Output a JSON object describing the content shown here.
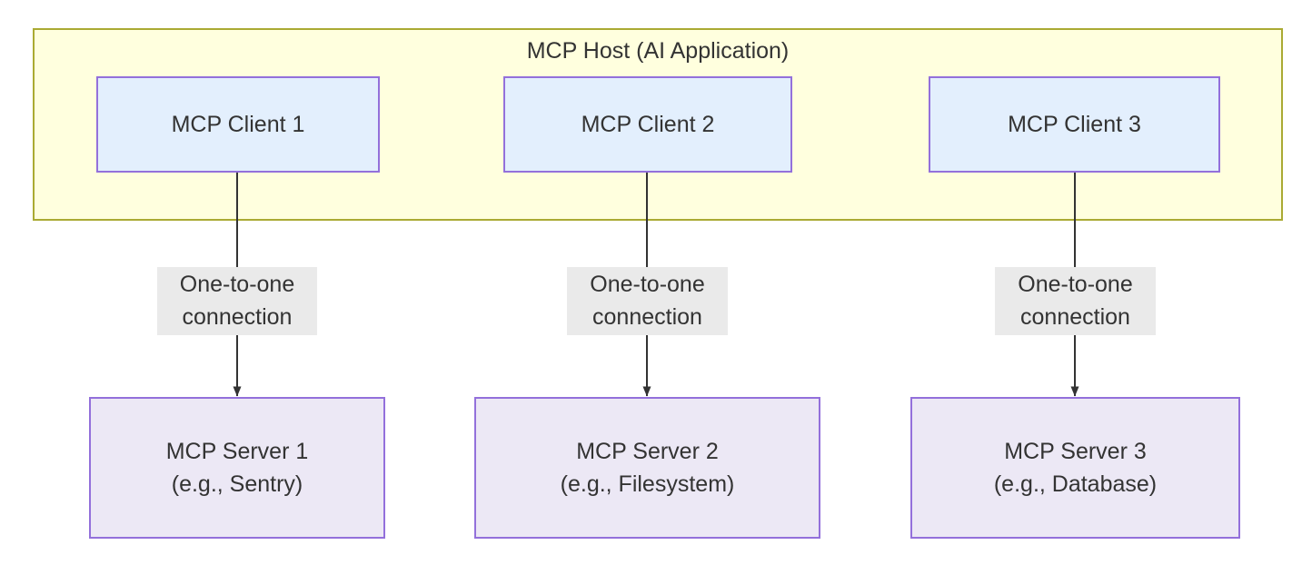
{
  "diagram": {
    "title": "MCP Host (AI Application)",
    "host": {
      "label": "MCP Host (AI Application)",
      "fill": "#ffffde",
      "border": "#aaaa33"
    },
    "clients": [
      {
        "id": "client-1",
        "label": "MCP Client 1"
      },
      {
        "id": "client-2",
        "label": "MCP Client 2"
      },
      {
        "id": "client-3",
        "label": "MCP Client 3"
      }
    ],
    "servers": [
      {
        "id": "server-1",
        "line1": "MCP Server 1",
        "line2": "(e.g., Sentry)"
      },
      {
        "id": "server-2",
        "line1": "MCP Server 2",
        "line2": "(e.g., Filesystem)"
      },
      {
        "id": "server-3",
        "line1": "MCP Server 3",
        "line2": "(e.g., Database)"
      }
    ],
    "edges": [
      {
        "id": "edge-1",
        "line1": "One-to-one",
        "line2": "connection",
        "from": "client-1",
        "to": "server-1"
      },
      {
        "id": "edge-2",
        "line1": "One-to-one",
        "line2": "connection",
        "from": "client-2",
        "to": "server-2"
      },
      {
        "id": "edge-3",
        "line1": "One-to-one",
        "line2": "connection",
        "from": "client-3",
        "to": "server-3"
      }
    ],
    "colors": {
      "client_fill": "#e3effd",
      "client_border": "#9370db",
      "server_fill": "#ece8f5",
      "server_border": "#9370db",
      "host_fill": "#ffffde",
      "host_border": "#aaaa33",
      "edge_stroke": "#333333",
      "edge_label_bg": "#eaeaea",
      "text": "#333333",
      "canvas": "#ffffff"
    }
  }
}
